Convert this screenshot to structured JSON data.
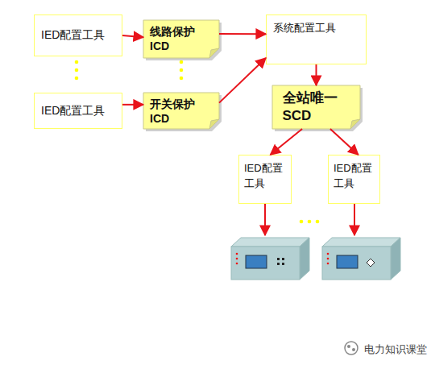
{
  "diagram": {
    "nodes": [
      {
        "text": [
          "IED配置工具"
        ]
      },
      {
        "text": [
          "线路保护 ICD"
        ]
      },
      {
        "text": [
          "系统配置工具"
        ]
      },
      {
        "text": [
          "IED配置工具"
        ]
      },
      {
        "text": [
          "开关保护 ICD"
        ]
      },
      {
        "text": [
          "全站唯一 SCD"
        ]
      },
      {
        "text": [
          "IED配置工具"
        ]
      },
      {
        "text": [
          "IED配置工具"
        ]
      }
    ],
    "edges": [
      {
        "from": 0,
        "to": 1,
        "arrow": "to"
      },
      {
        "from": 1,
        "to": 2,
        "arrow": "to"
      },
      {
        "from": 3,
        "to": 4,
        "arrow": "to"
      },
      {
        "from": 4,
        "to": 2,
        "arrow": "to"
      },
      {
        "from": 2,
        "to": 5,
        "arrow": "to"
      },
      {
        "from": 5,
        "to": 6,
        "arrow": "to"
      },
      {
        "from": 5,
        "to": 7,
        "arrow": "to"
      }
    ],
    "labels": [
      "电力知识课堂"
    ]
  }
}
